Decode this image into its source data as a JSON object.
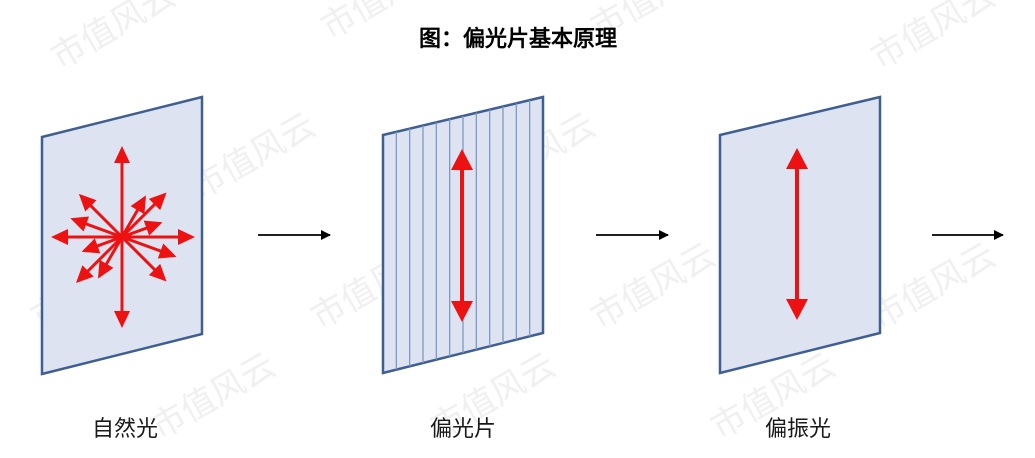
{
  "title": "图：偏光片基本原理",
  "stages": {
    "natural_light": {
      "label": "自然光"
    },
    "polarizer": {
      "label": "偏光片"
    },
    "polarized_light": {
      "label": "偏振光"
    }
  },
  "watermark": {
    "text": "市值风云"
  },
  "colors": {
    "panel_fill": "#dde3f1",
    "panel_stroke": "#3f5f93",
    "polarizer_lines": "#7f99c5",
    "light_arrow": "#ee1111",
    "flow_arrow": "#000000"
  }
}
